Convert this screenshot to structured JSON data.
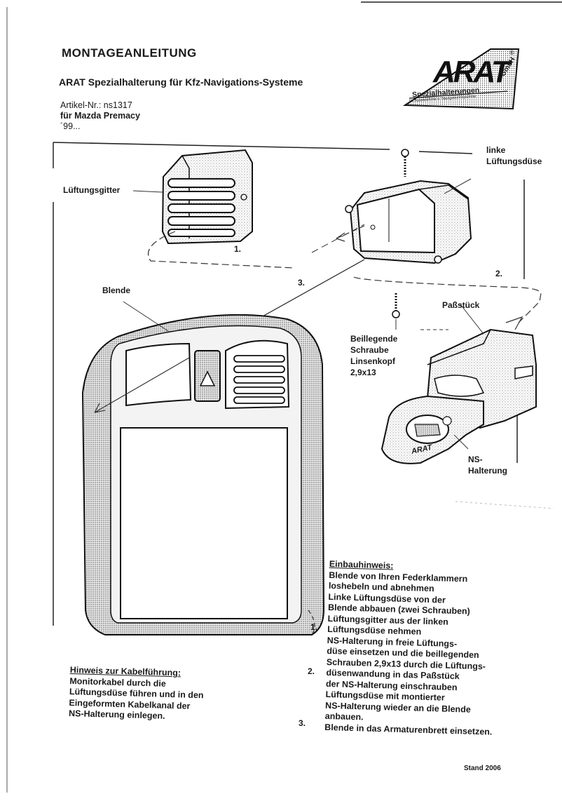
{
  "header": {
    "title": "MONTAGEANLEITUNG",
    "subtitle": "ARAT Spezialhalterung für Kfz-Navigations-Systeme",
    "article": "Artikel-Nr.: ns1317",
    "vehicle": "für Mazda Premacy",
    "year": "´99..."
  },
  "logo": {
    "word": "ARAT",
    "gmbh": "GmbH",
    "reg": "®",
    "tagline": "Spezialhalterungen",
    "tagline_small": "für Autotelefone u. Navigationssysteme"
  },
  "diagram": {
    "labels": {
      "lueftungsgitter": "Lüftungsgitter",
      "linke_1": "linke",
      "linke_2": "Lüftungsdüse",
      "blende": "Blende",
      "passstueck": "Paßstück",
      "schraube_1": "Beillegende",
      "schraube_2": "Schraube",
      "schraube_3": "Linsenkopf",
      "schraube_4": "2,9x13",
      "ns_1": "NS-",
      "ns_2": "Halterung",
      "arat_mark": "ARAT"
    },
    "steps": {
      "s1": "1.",
      "s2": "2.",
      "s3": "3."
    }
  },
  "instructions": {
    "heading": "Einbauhinweis:",
    "lines": [
      "Blende von Ihren Federklammern",
      "loshebeln und abnehmen",
      "Linke Lüftungsdüse von der",
      "Blende abbauen (zwei Schrauben)",
      "Lüftungsgitter aus der linken",
      "Lüftungsdüse nehmen",
      "NS-Halterung in freie Lüftungs-",
      "düse einsetzen und die beillegenden",
      "Schrauben 2,9x13 durch die Lüftungs-",
      "düsenwandung in das Paßstück",
      "der NS-Halterung einschrauben",
      "Lüftungsdüse mit montierter",
      "NS-Halterung wieder an die Blende",
      "anbauen.",
      "Blende in das Armaturenbrett einsetzen."
    ],
    "markers": {
      "m1": "1.",
      "m2": "2.",
      "m3": "3."
    }
  },
  "cable": {
    "heading": "Hinweis zur Kabelführung:",
    "lines": [
      "Monitorkabel durch die",
      "Lüftungsdüse führen und in den",
      "Eingeformten Kabelkanal der",
      "NS-Halterung einlegen."
    ]
  },
  "footer": {
    "stand": "Stand 2006"
  }
}
